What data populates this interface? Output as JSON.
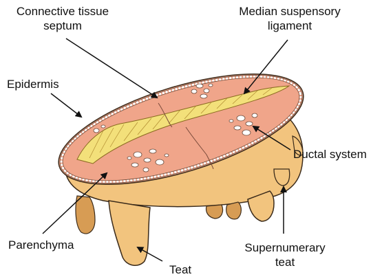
{
  "labels": {
    "connective_tissue_septum": [
      "Connective tissue",
      "septum"
    ],
    "median_suspensory_ligament": [
      "Median suspensory",
      "ligament"
    ],
    "epidermis": "Epidermis",
    "ductal_system": "Ductal system",
    "parenchyma": "Parenchyma",
    "teat": "Teat",
    "supernumerary_teat": [
      "Supernumerary",
      "teat"
    ]
  },
  "colors": {
    "body": "#f2c47e",
    "body_shadow": "#d79c54",
    "cut_surface": "#f0a58a",
    "ligament": "#f3e07a",
    "outline": "#3a2a1a"
  }
}
